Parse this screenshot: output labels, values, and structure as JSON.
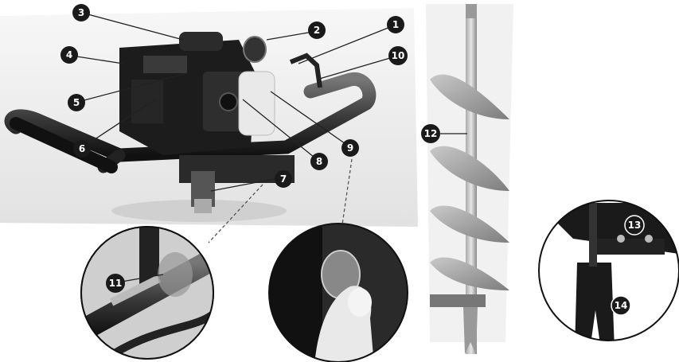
{
  "callouts": [
    {
      "id": "1",
      "label": "1"
    },
    {
      "id": "2",
      "label": "2"
    },
    {
      "id": "3",
      "label": "3"
    },
    {
      "id": "4",
      "label": "4"
    },
    {
      "id": "5",
      "label": "5"
    },
    {
      "id": "6",
      "label": "6"
    },
    {
      "id": "7",
      "label": "7"
    },
    {
      "id": "8",
      "label": "8"
    },
    {
      "id": "9",
      "label": "9"
    },
    {
      "id": "10",
      "label": "10"
    },
    {
      "id": "11",
      "label": "11"
    },
    {
      "id": "12",
      "label": "12"
    },
    {
      "id": "13",
      "label": "13"
    },
    {
      "id": "14",
      "label": "14"
    }
  ],
  "colors": {
    "callout_fill": "#1a1a1a",
    "callout_text": "#ffffff",
    "leader_line": "#222222"
  }
}
